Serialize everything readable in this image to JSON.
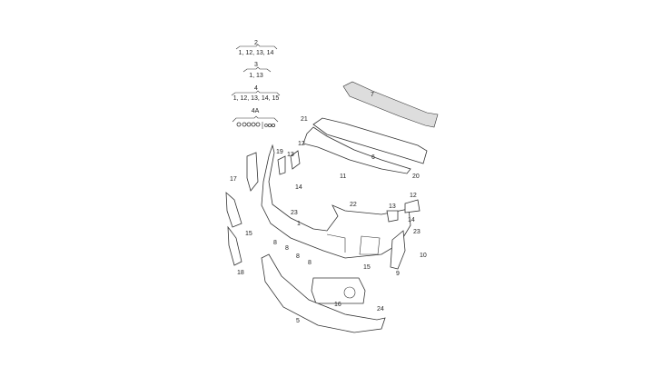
{
  "groups": [
    {
      "number": "2",
      "members": "1, 12, 13, 14"
    },
    {
      "number": "3",
      "members": "1, 13"
    },
    {
      "number": "4",
      "members": "1, 12, 13, 14, 15"
    },
    {
      "number": "4A",
      "members": ""
    }
  ],
  "callouts": {
    "c7": "7",
    "c21": "21",
    "c12a": "12",
    "c19": "19",
    "c13a": "13",
    "c11": "11",
    "c6": "6",
    "c20": "20",
    "c17": "17",
    "c14a": "14",
    "c22": "22",
    "c13b": "13",
    "c12b": "12",
    "c14b": "14",
    "c23a": "23",
    "c23b": "23",
    "c1": "1",
    "c15a": "15",
    "c8a": "8",
    "c8b": "8",
    "c8c": "8",
    "c8d": "8",
    "c10": "10",
    "c9": "9",
    "c18": "18",
    "c15b": "15",
    "c16": "16",
    "c24": "24",
    "c5": "5"
  }
}
